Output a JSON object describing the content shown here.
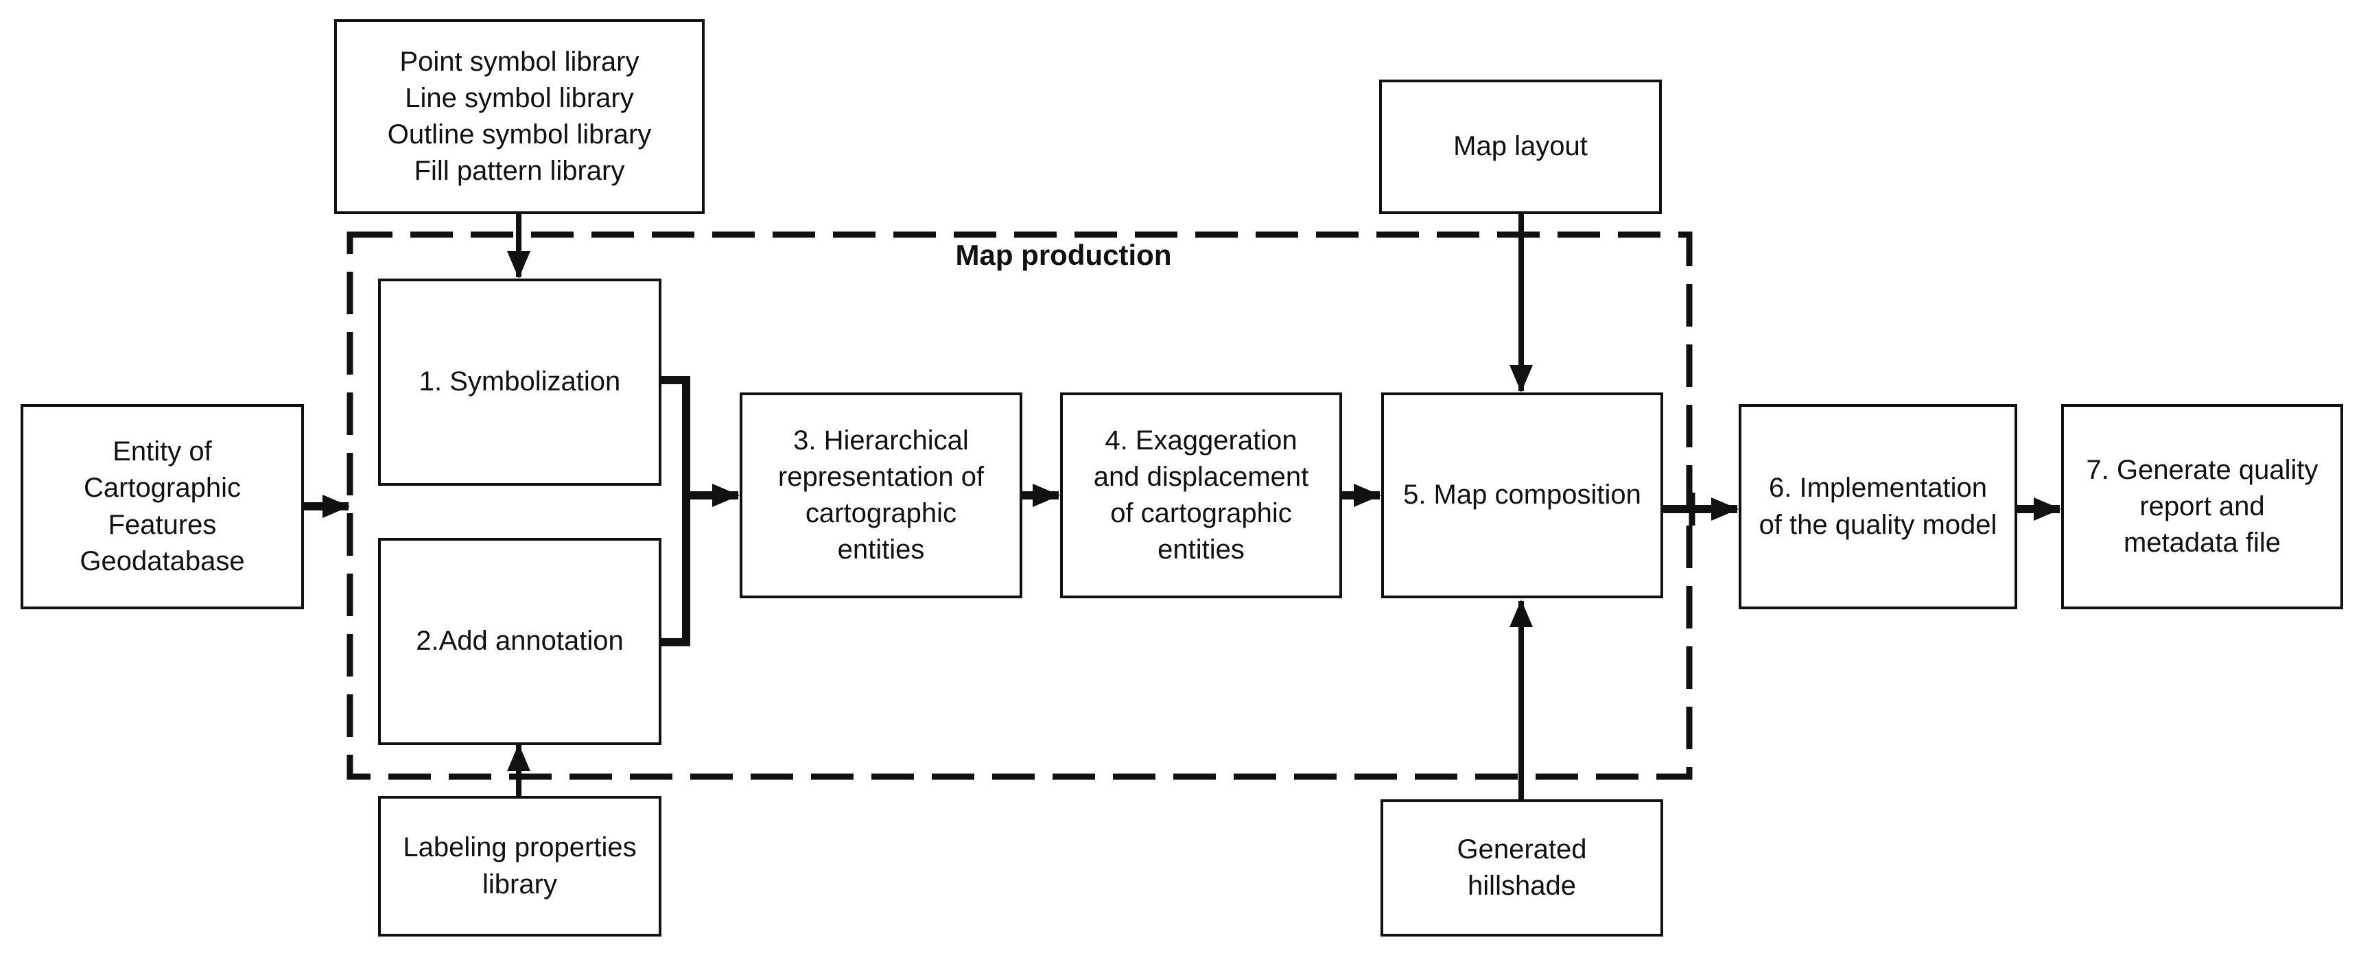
{
  "diagram": {
    "group_title": "Map production",
    "nodes": {
      "symbol_libraries": [
        "Point symbol library",
        "Line symbol library",
        "Outline symbol library",
        "Fill pattern library"
      ],
      "map_layout": "Map layout",
      "entity": [
        "Entity of",
        "Cartographic",
        "Features",
        "Geodatabase"
      ],
      "symbolization": "1. Symbolization",
      "add_annotation": "2.Add annotation",
      "hierarchical": [
        "3. Hierarchical",
        "representation of",
        "cartographic",
        "entities"
      ],
      "exaggeration": [
        "4. Exaggeration",
        "and displacement",
        "of cartographic",
        "entities"
      ],
      "map_composition": "5. Map composition",
      "quality_model": [
        "6. Implementation",
        "of the quality model"
      ],
      "quality_report": [
        "7. Generate quality",
        "report and",
        "metadata file"
      ],
      "labeling": [
        "Labeling properties",
        "library"
      ],
      "hillshade": [
        "Generated",
        "hillshade"
      ]
    }
  }
}
